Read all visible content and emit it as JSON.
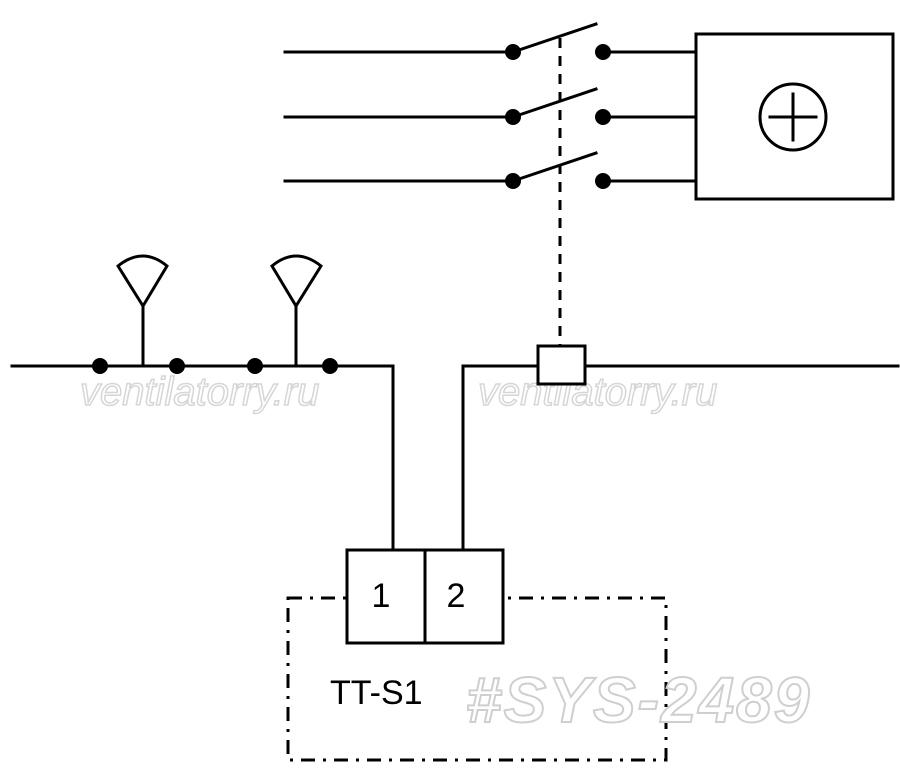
{
  "diagram": {
    "terminal_1": "1",
    "terminal_2": "2",
    "device_label": "TT-S1",
    "motor_symbol": "⊕",
    "watermark_left": "ventilatorry.ru",
    "watermark_right": "ventilatorry.ru",
    "id_tag": "#SYS-2489"
  },
  "icons": {
    "motor": "plus-circle-icon",
    "sensor": "sensor-cone-icon"
  }
}
